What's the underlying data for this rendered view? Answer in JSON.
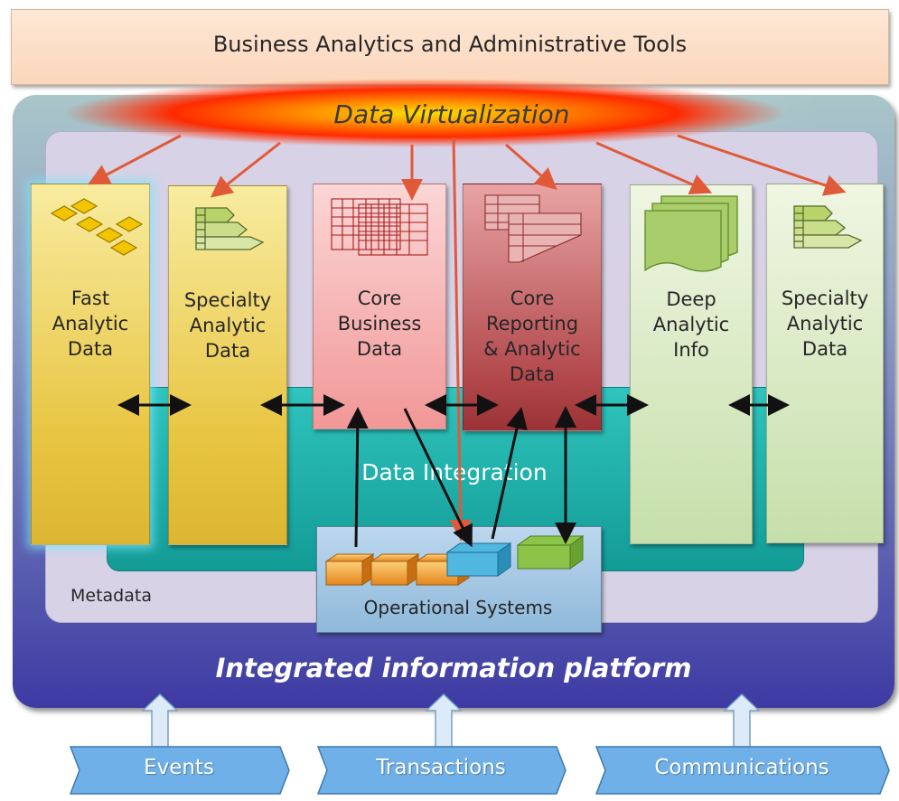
{
  "header": {
    "title": "Business Analytics and Administrative Tools"
  },
  "virtualization": {
    "label": "Data Virtualization"
  },
  "platform": {
    "label": "Integrated information platform"
  },
  "metadata": {
    "label": "Metadata"
  },
  "integration": {
    "label": "Data Integration"
  },
  "operational": {
    "label": "Operational Systems"
  },
  "stores": [
    {
      "label": "Fast\nAnalytic\nData",
      "color": "#e8c542"
    },
    {
      "label": "Specialty\nAnalytic\nData",
      "color": "#e8c542"
    },
    {
      "label": "Core\nBusiness\nData",
      "color": "#f29797"
    },
    {
      "label": "Core\nReporting\n& Analytic\nData",
      "color": "#b1474b"
    },
    {
      "label": "Deep\nAnalytic\nInfo",
      "color": "#c6dfaa"
    },
    {
      "label": "Specialty\nAnalytic\nData",
      "color": "#c6dfaa"
    }
  ],
  "sources": [
    {
      "label": "Events"
    },
    {
      "label": "Transactions"
    },
    {
      "label": "Communications"
    }
  ],
  "colors": {
    "virtualization_glow": "#ff3a00",
    "connector": "#e05a3a",
    "integration_band": "#19aaa4",
    "platform": "#3d3aa3",
    "source_box": "#6fb0e8"
  }
}
